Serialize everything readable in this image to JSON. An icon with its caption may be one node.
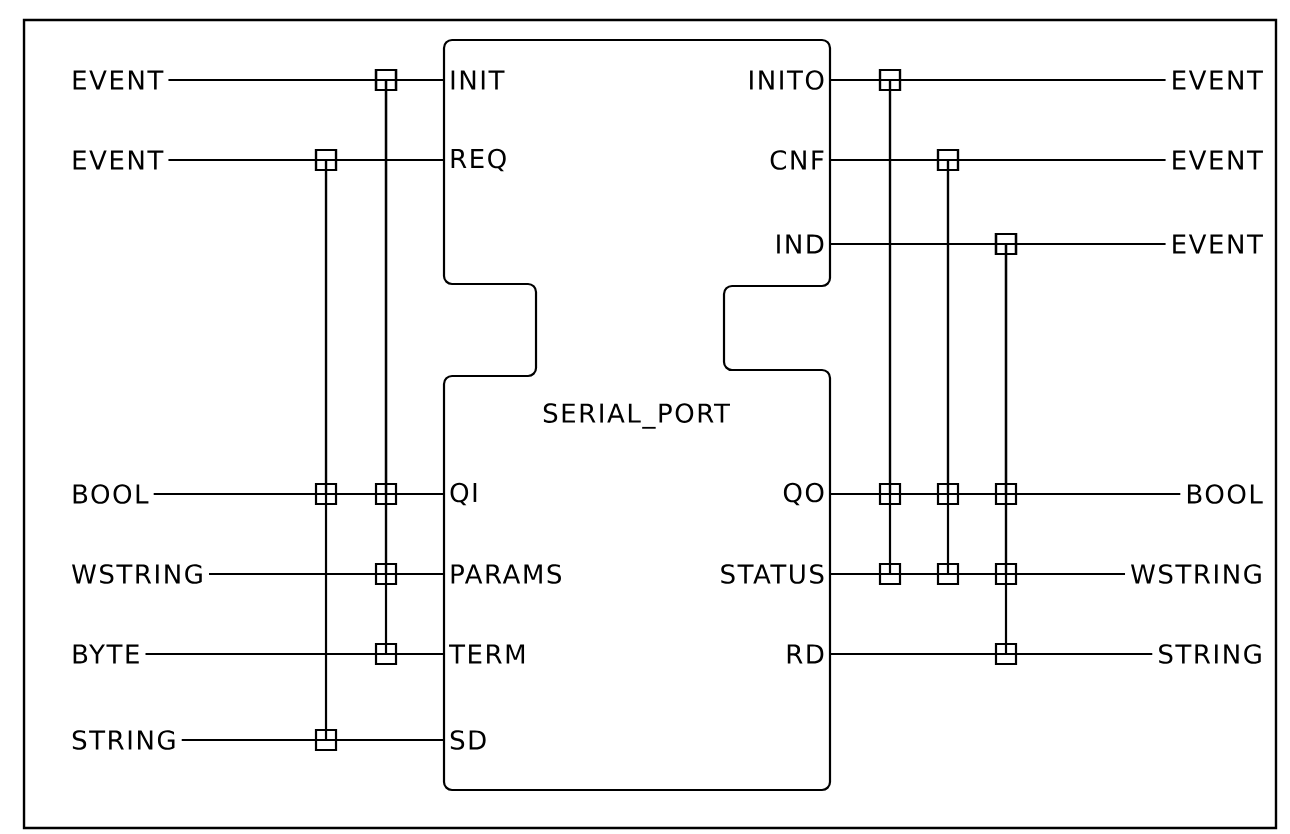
{
  "diagram": {
    "nodes": [
      {
        "text": [
          "SERIAL_PORT"
        ]
      },
      {
        "text": [
          "INIT"
        ],
        "in": 0
      },
      {
        "text": [
          "REQ"
        ],
        "in": 0
      },
      {
        "text": [
          "QI"
        ],
        "in": 0
      },
      {
        "text": [
          "PARAMS"
        ],
        "in": 0
      },
      {
        "text": [
          "TERM"
        ],
        "in": 0
      },
      {
        "text": [
          "SD"
        ],
        "in": 0
      },
      {
        "text": [
          "INITO"
        ],
        "in": 0
      },
      {
        "text": [
          "CNF"
        ],
        "in": 0
      },
      {
        "text": [
          "IND"
        ],
        "in": 0
      },
      {
        "text": [
          "QO"
        ],
        "in": 0
      },
      {
        "text": [
          "STATUS"
        ],
        "in": 0
      },
      {
        "text": [
          "RD"
        ],
        "in": 0
      },
      {
        "text": [
          "EVENT"
        ]
      },
      {
        "text": [
          "EVENT"
        ]
      },
      {
        "text": [
          "BOOL"
        ]
      },
      {
        "text": [
          "WSTRING"
        ]
      },
      {
        "text": [
          "BYTE"
        ]
      },
      {
        "text": [
          "STRING"
        ]
      },
      {
        "text": [
          "EVENT"
        ]
      },
      {
        "text": [
          "EVENT"
        ]
      },
      {
        "text": [
          "EVENT"
        ]
      },
      {
        "text": [
          "BOOL"
        ]
      },
      {
        "text": [
          "WSTRING"
        ]
      },
      {
        "text": [
          "STRING"
        ]
      }
    ],
    "edges": [
      {
        "from": 13,
        "to": 1,
        "arrow": "none"
      },
      {
        "from": 14,
        "to": 2,
        "arrow": "none"
      },
      {
        "from": 15,
        "to": 3,
        "arrow": "none"
      },
      {
        "from": 16,
        "to": 4,
        "arrow": "none"
      },
      {
        "from": 17,
        "to": 5,
        "arrow": "none"
      },
      {
        "from": 18,
        "to": 6,
        "arrow": "none"
      },
      {
        "from": 7,
        "to": 19,
        "arrow": "none"
      },
      {
        "from": 8,
        "to": 20,
        "arrow": "none"
      },
      {
        "from": 9,
        "to": 21,
        "arrow": "none"
      },
      {
        "from": 10,
        "to": 22,
        "arrow": "none"
      },
      {
        "from": 11,
        "to": 23,
        "arrow": "none"
      },
      {
        "from": 12,
        "to": 24,
        "arrow": "none"
      },
      {
        "from": 1,
        "to": 3,
        "arrow": "none"
      },
      {
        "from": 1,
        "to": 4,
        "arrow": "none"
      },
      {
        "from": 1,
        "to": 5,
        "arrow": "none"
      },
      {
        "from": 2,
        "to": 3,
        "arrow": "none"
      },
      {
        "from": 2,
        "to": 6,
        "arrow": "none"
      },
      {
        "from": 7,
        "to": 10,
        "arrow": "none"
      },
      {
        "from": 7,
        "to": 11,
        "arrow": "none"
      },
      {
        "from": 8,
        "to": 10,
        "arrow": "none"
      },
      {
        "from": 8,
        "to": 11,
        "arrow": "none"
      },
      {
        "from": 9,
        "to": 10,
        "arrow": "none"
      },
      {
        "from": 9,
        "to": 11,
        "arrow": "none"
      },
      {
        "from": 9,
        "to": 12,
        "arrow": "none"
      }
    ]
  }
}
